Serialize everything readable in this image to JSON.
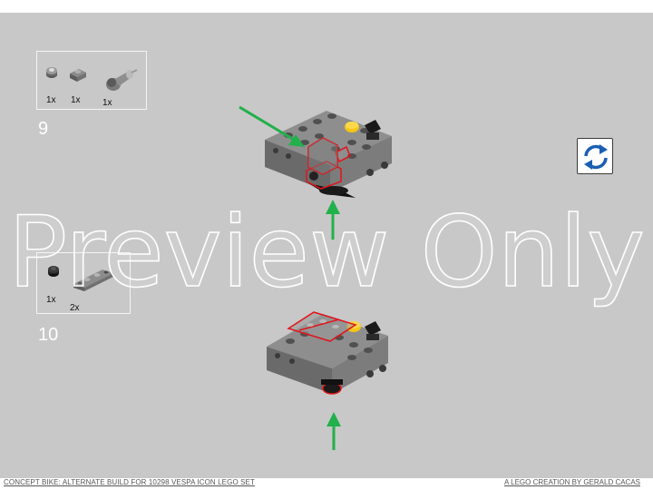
{
  "steps": [
    {
      "number": "9",
      "parts": [
        {
          "icon": "round-plate-1x1-icon",
          "qty": "1x"
        },
        {
          "icon": "plate-1x1-icon",
          "qty": "1x"
        },
        {
          "icon": "round-brick-with-pin-icon",
          "qty": "1x"
        }
      ]
    },
    {
      "number": "10",
      "parts": [
        {
          "icon": "round-plate-1x1-black-icon",
          "qty": "1x"
        },
        {
          "icon": "plate-with-hole-1x2-icon",
          "qty": "2x"
        }
      ]
    }
  ],
  "watermark": "Preview Only",
  "rotate_icon": "rotate-icon",
  "footer": {
    "left": "CONCEPT BIKE: ALTERNATE BUILD FOR 10298 VESPA ICON LEGO SET",
    "right": "A LEGO CREATION BY GERALD CACAS"
  },
  "colors": {
    "background": "#c8c8c8",
    "highlight": "#e0151b",
    "arrow": "#22b04b",
    "rotate": "#1a5fb4"
  }
}
